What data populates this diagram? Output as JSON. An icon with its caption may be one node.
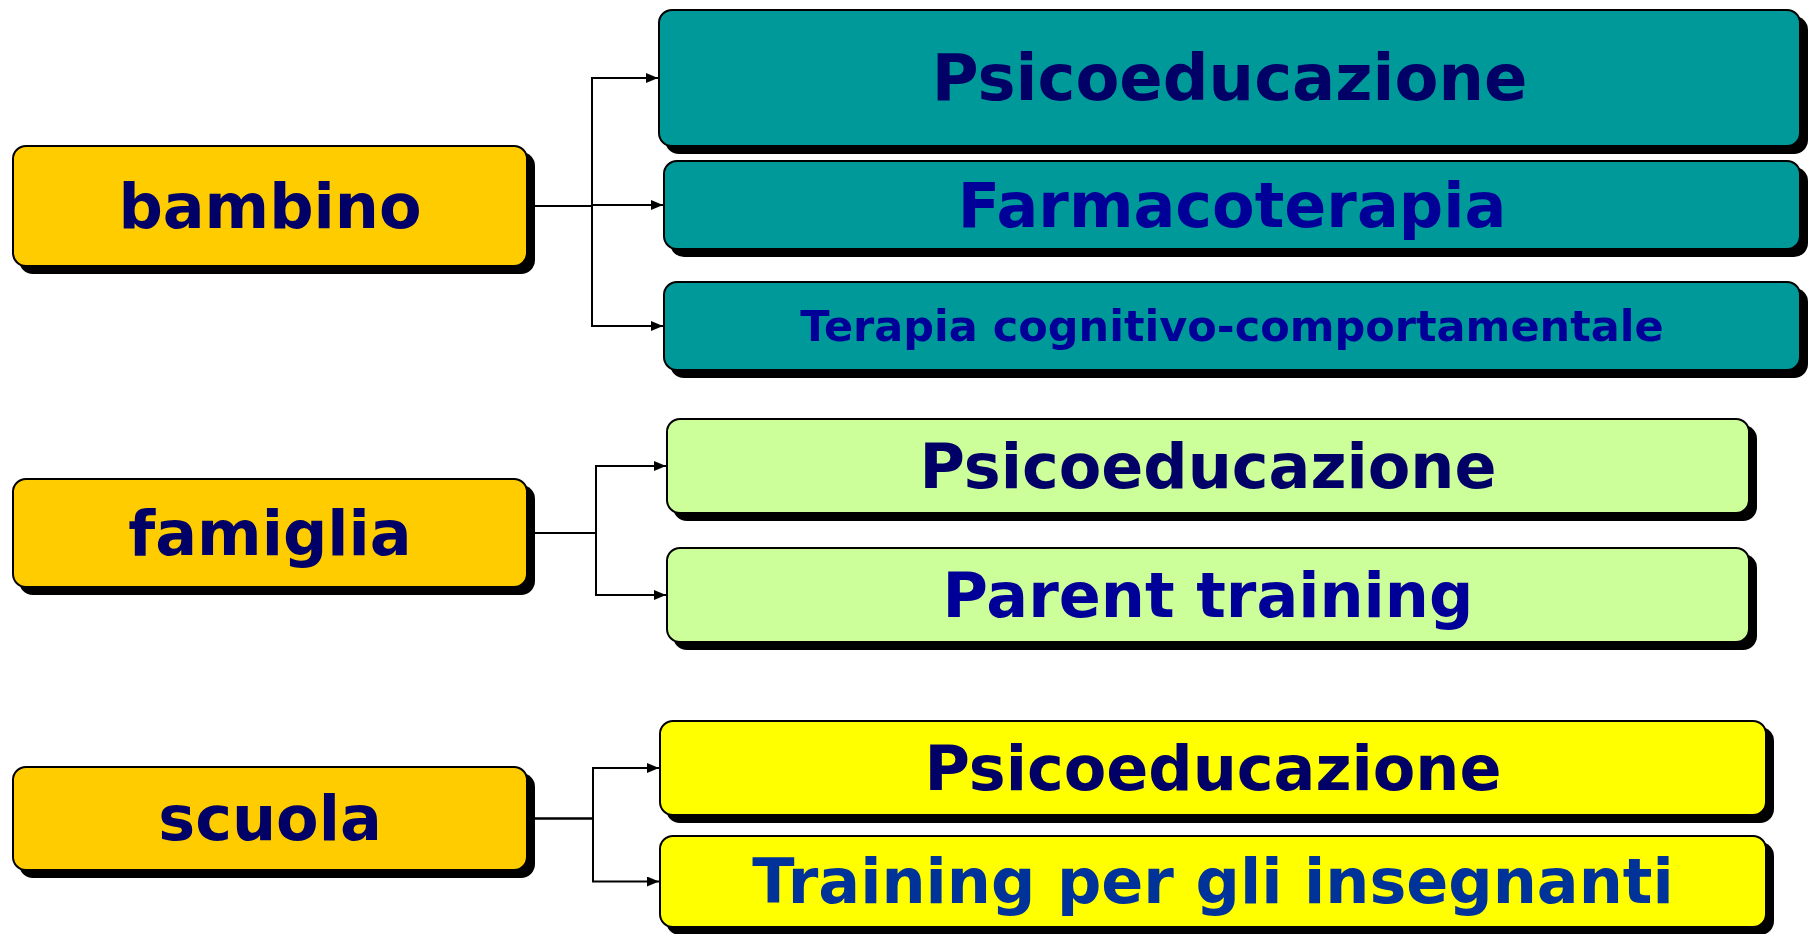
{
  "diagram": {
    "nodes": [
      {
        "text": [
          "bambino"
        ]
      },
      {
        "text": [
          "Psicoeducazione"
        ]
      },
      {
        "text": [
          "Farmacoterapia"
        ]
      },
      {
        "text": [
          "Terapia cognitivo-comportamentale"
        ]
      },
      {
        "text": [
          "famiglia"
        ]
      },
      {
        "text": [
          "Psicoeducazione"
        ]
      },
      {
        "text": [
          "Parent training"
        ]
      },
      {
        "text": [
          "scuola"
        ]
      },
      {
        "text": [
          "Psicoeducazione"
        ]
      },
      {
        "text": [
          "Training per gli insegnanti"
        ]
      }
    ],
    "edges": [
      {
        "from": 0,
        "to": 1,
        "arrow": "to"
      },
      {
        "from": 0,
        "to": 2,
        "arrow": "to"
      },
      {
        "from": 0,
        "to": 3,
        "arrow": "to"
      },
      {
        "from": 4,
        "to": 5,
        "arrow": "to"
      },
      {
        "from": 4,
        "to": 6,
        "arrow": "to"
      },
      {
        "from": 7,
        "to": 8,
        "arrow": "to"
      },
      {
        "from": 7,
        "to": 9,
        "arrow": "to"
      }
    ]
  }
}
